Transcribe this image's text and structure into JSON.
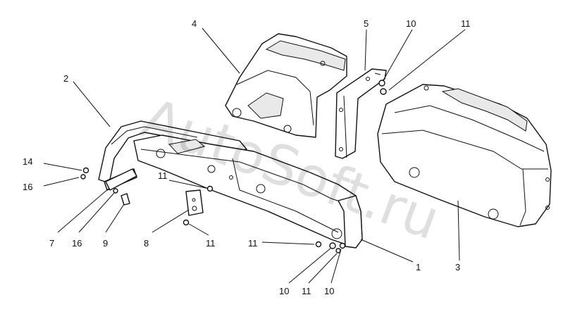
{
  "watermark": "AutoSoft.ru",
  "callouts": {
    "c1": "1",
    "c2": "2",
    "c3": "3",
    "c4": "4",
    "c5": "5",
    "c7": "7",
    "c8": "8",
    "c9": "9",
    "c10a": "10",
    "c10b": "10",
    "c10c": "10",
    "c11a": "11",
    "c11b": "11",
    "c11c": "11",
    "c11d": "11",
    "c11e": "11",
    "c14": "14",
    "c16a": "16",
    "c16b": "16"
  }
}
